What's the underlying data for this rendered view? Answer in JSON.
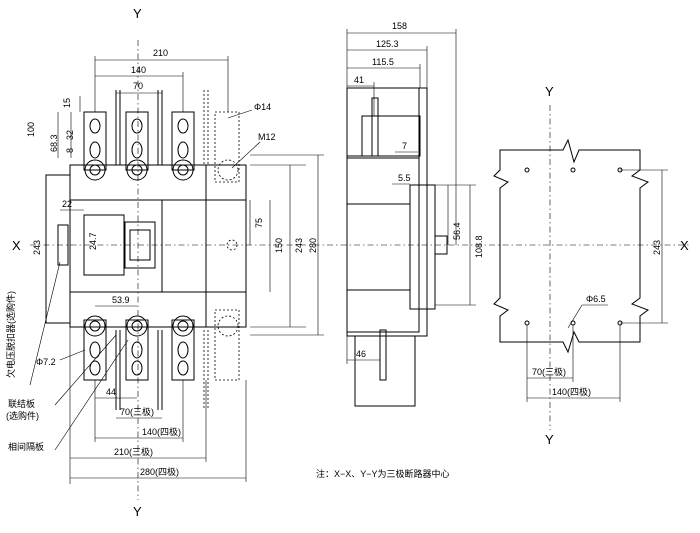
{
  "axes": {
    "y_top": "Y",
    "y_bottom": "Y",
    "x_left": "X",
    "x_right": "X"
  },
  "front": {
    "d210": "210",
    "d140": "140",
    "d70": "70",
    "d100": "100",
    "d68_3": "68.3",
    "d15": "15",
    "d32": "32",
    "d8": "8",
    "d22": "22",
    "d24_7": "24.7",
    "d243_left": "243",
    "d75": "75",
    "d150": "150",
    "d243": "243",
    "d280": "280",
    "d53_9": "53.9",
    "d44": "44",
    "d70b": "70(三极)",
    "d140b": "140(四极)",
    "d210b": "210(三极)",
    "d280b": "280(四极)",
    "phi14": "Φ14",
    "m12": "M12",
    "phi7_2": "Φ7.2",
    "uv_release": "欠电压脱扣器(选购件)",
    "link_plate": "联结板",
    "link_plate_opt": "(选购件)",
    "phase_barrier": "相间隔板"
  },
  "side": {
    "d158": "158",
    "d125_3": "125.3",
    "d115_5": "115.5",
    "d41": "41",
    "d7": "7",
    "d5_5": "5.5",
    "d56_4": "56.4",
    "d108_8": "108.8",
    "d46": "46"
  },
  "panel": {
    "phi6_5": "Φ6.5",
    "d243": "243",
    "d70": "70(三极)",
    "d140": "140(四极)"
  },
  "note": "注：X−X、Y−Y为三极断路器中心"
}
